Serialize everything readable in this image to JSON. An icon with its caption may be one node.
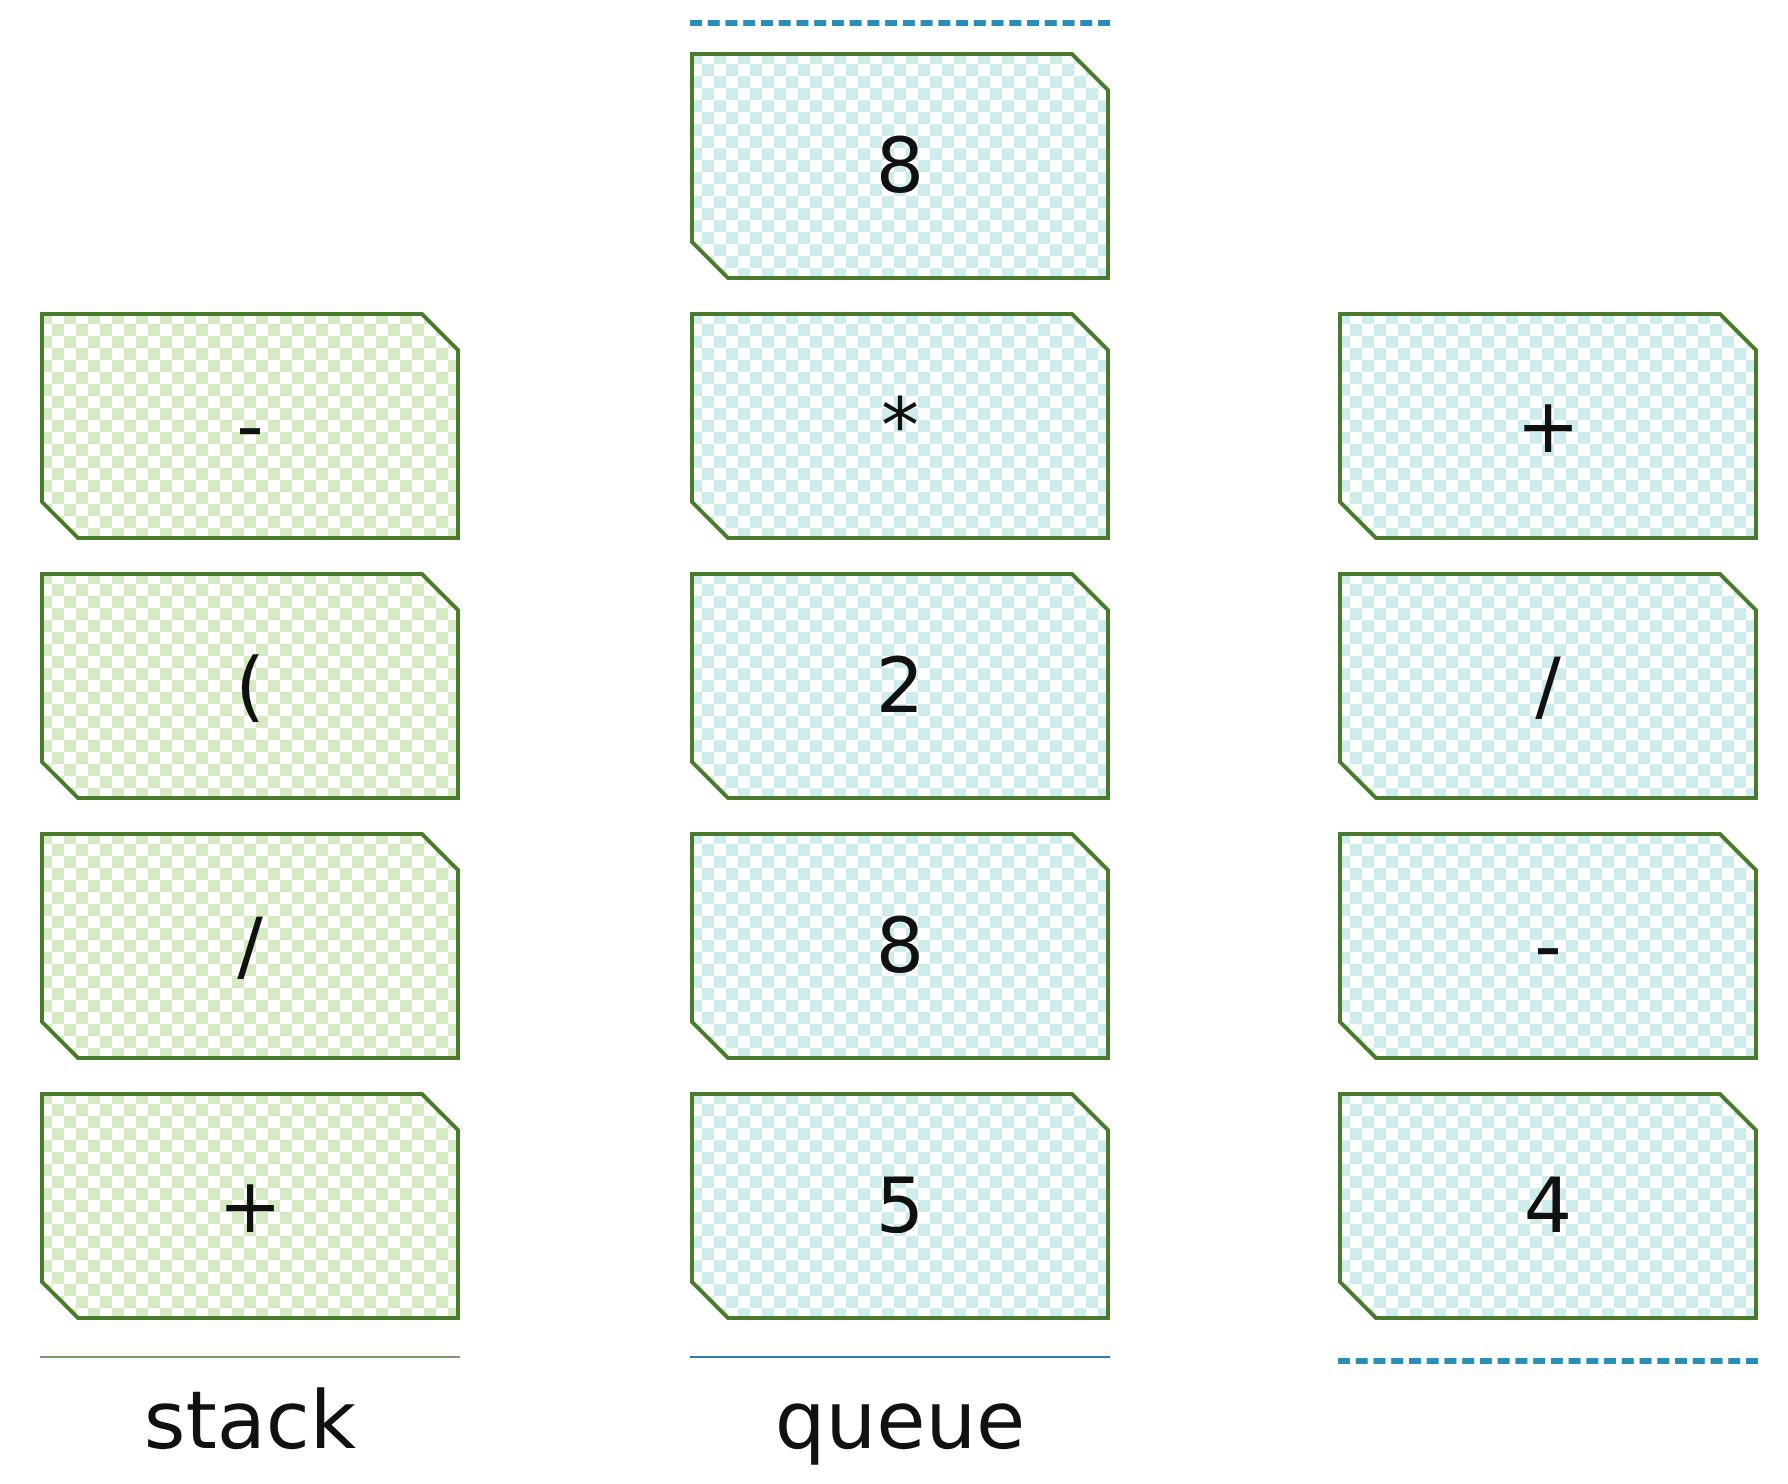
{
  "diagram": {
    "nodes": [
      {
        "text": [
          "-"
        ]
      },
      {
        "text": [
          "("
        ]
      },
      {
        "text": [
          "/"
        ]
      },
      {
        "text": [
          "+"
        ]
      },
      {
        "text": [
          "8"
        ]
      },
      {
        "text": [
          "*"
        ]
      },
      {
        "text": [
          "2"
        ]
      },
      {
        "text": [
          "8"
        ]
      },
      {
        "text": [
          "5"
        ]
      },
      {
        "text": [
          "+"
        ]
      },
      {
        "text": [
          "/"
        ]
      },
      {
        "text": [
          "-"
        ]
      },
      {
        "text": [
          "4"
        ]
      }
    ],
    "labels": [
      "stack",
      "queue"
    ]
  }
}
